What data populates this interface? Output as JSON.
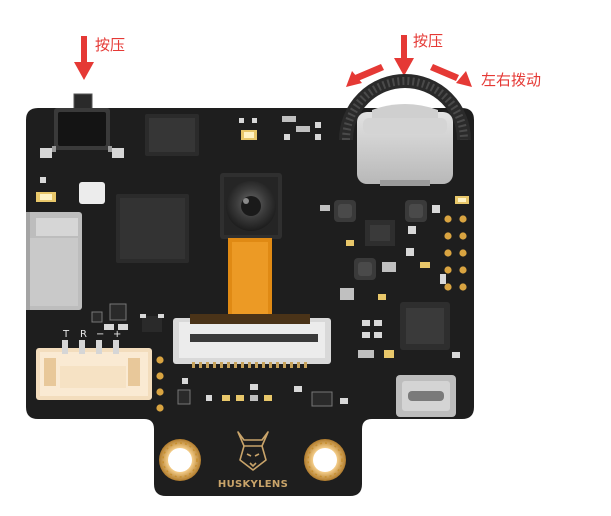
{
  "annotations": {
    "left_button": "按压",
    "dial_press": "按压",
    "dial_turn": "左右拨动"
  },
  "board": {
    "brand": "HUSKYLENS",
    "pins": [
      "T",
      "R",
      "−",
      "+"
    ]
  },
  "colors": {
    "arrow": "#e53935",
    "pcb": "#1e1e1e",
    "gold": "#c9a46a",
    "ribbon": "#e08a14"
  },
  "icons": {
    "logo": "husky-head-icon",
    "arrow": "red-arrow-icon"
  }
}
